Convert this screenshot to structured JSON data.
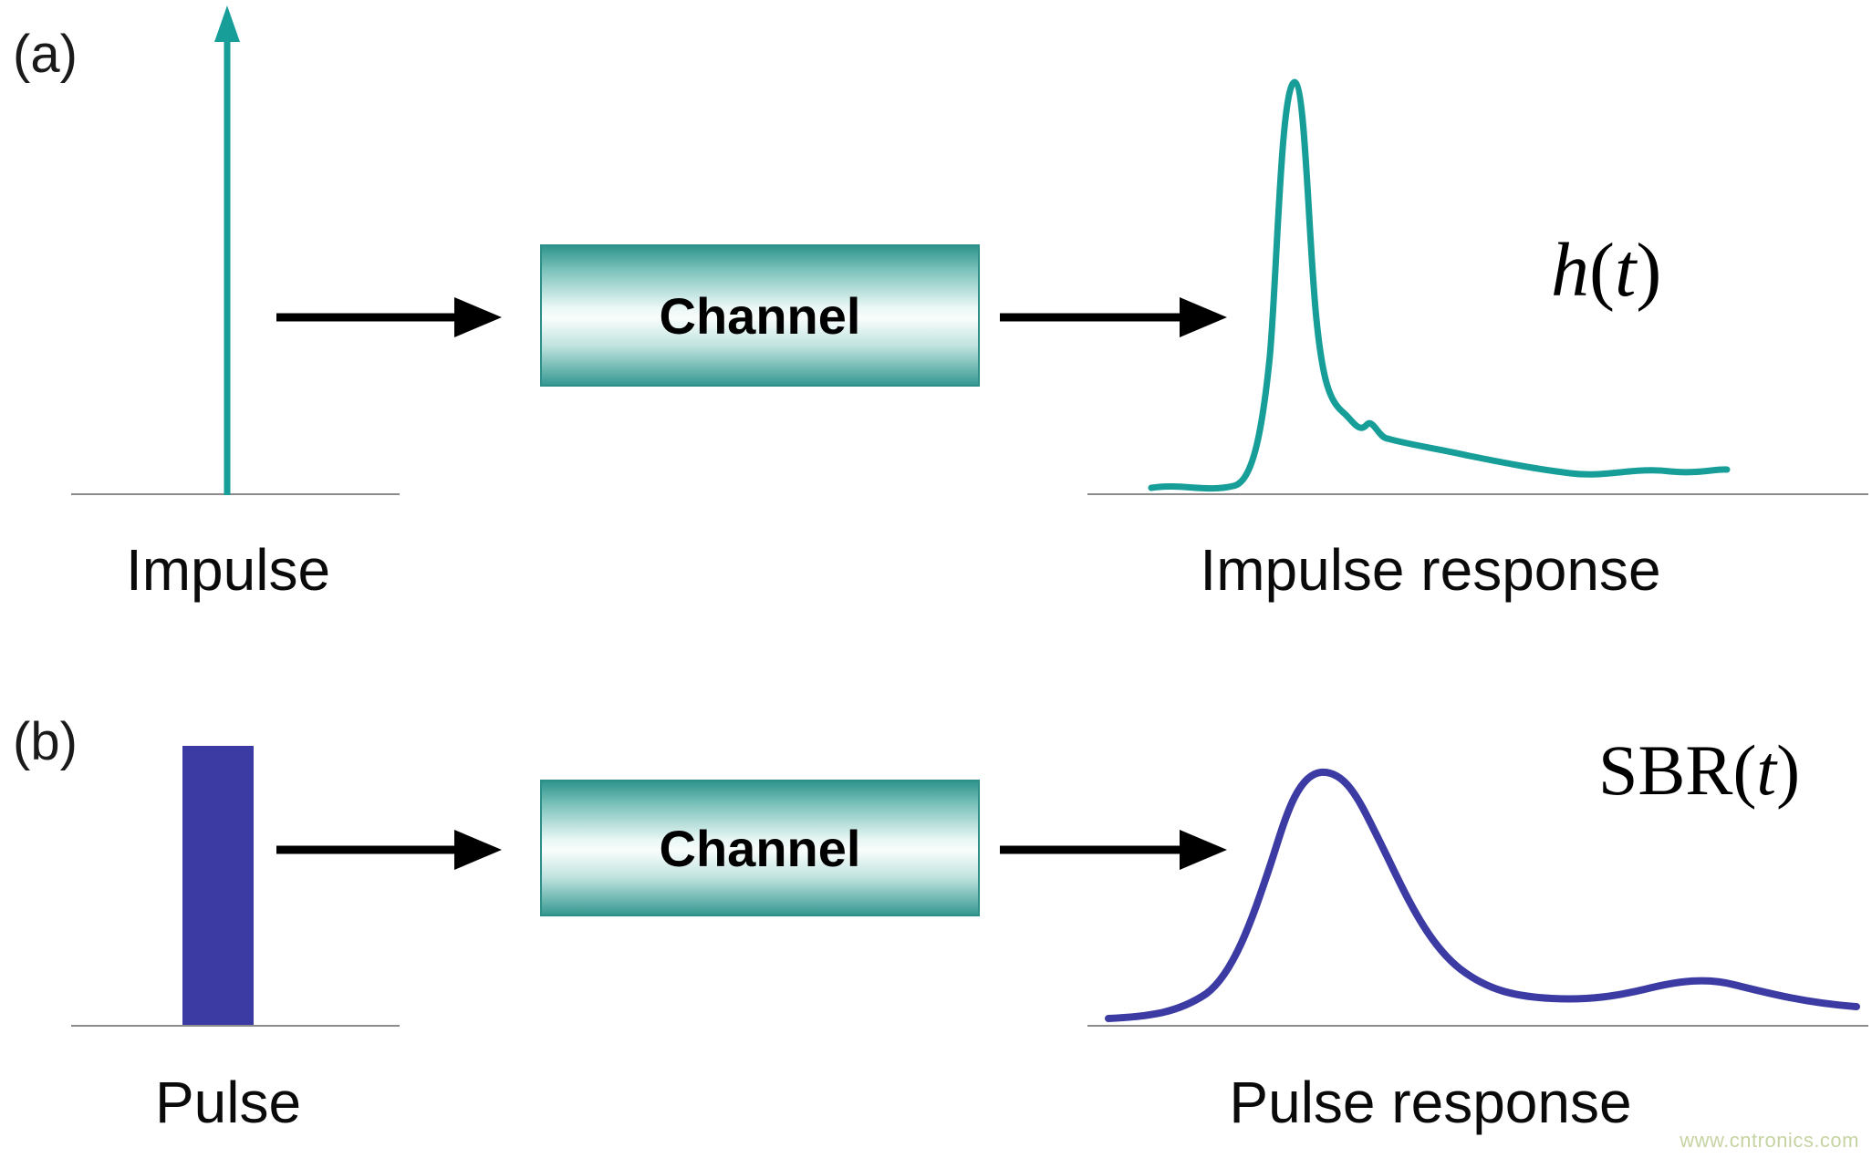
{
  "colors": {
    "teal": "#179e99",
    "indigo": "#3b3ba3",
    "arrow_black": "#000000",
    "axis_gray": "#8c8c8c"
  },
  "rows": [
    {
      "index_label": "(a)",
      "input_label": "Impulse",
      "channel_label": "Channel",
      "output_label": "Impulse response",
      "formula_name": "h",
      "formula_open": "(",
      "formula_var": "t",
      "formula_close": ")"
    },
    {
      "index_label": "(b)",
      "input_label": "Pulse",
      "channel_label": "Channel",
      "output_label": "Pulse response",
      "formula_name": "SBR",
      "formula_open": "(",
      "formula_var": "t",
      "formula_close": ")"
    }
  ],
  "watermark": "www.cntronics.com"
}
